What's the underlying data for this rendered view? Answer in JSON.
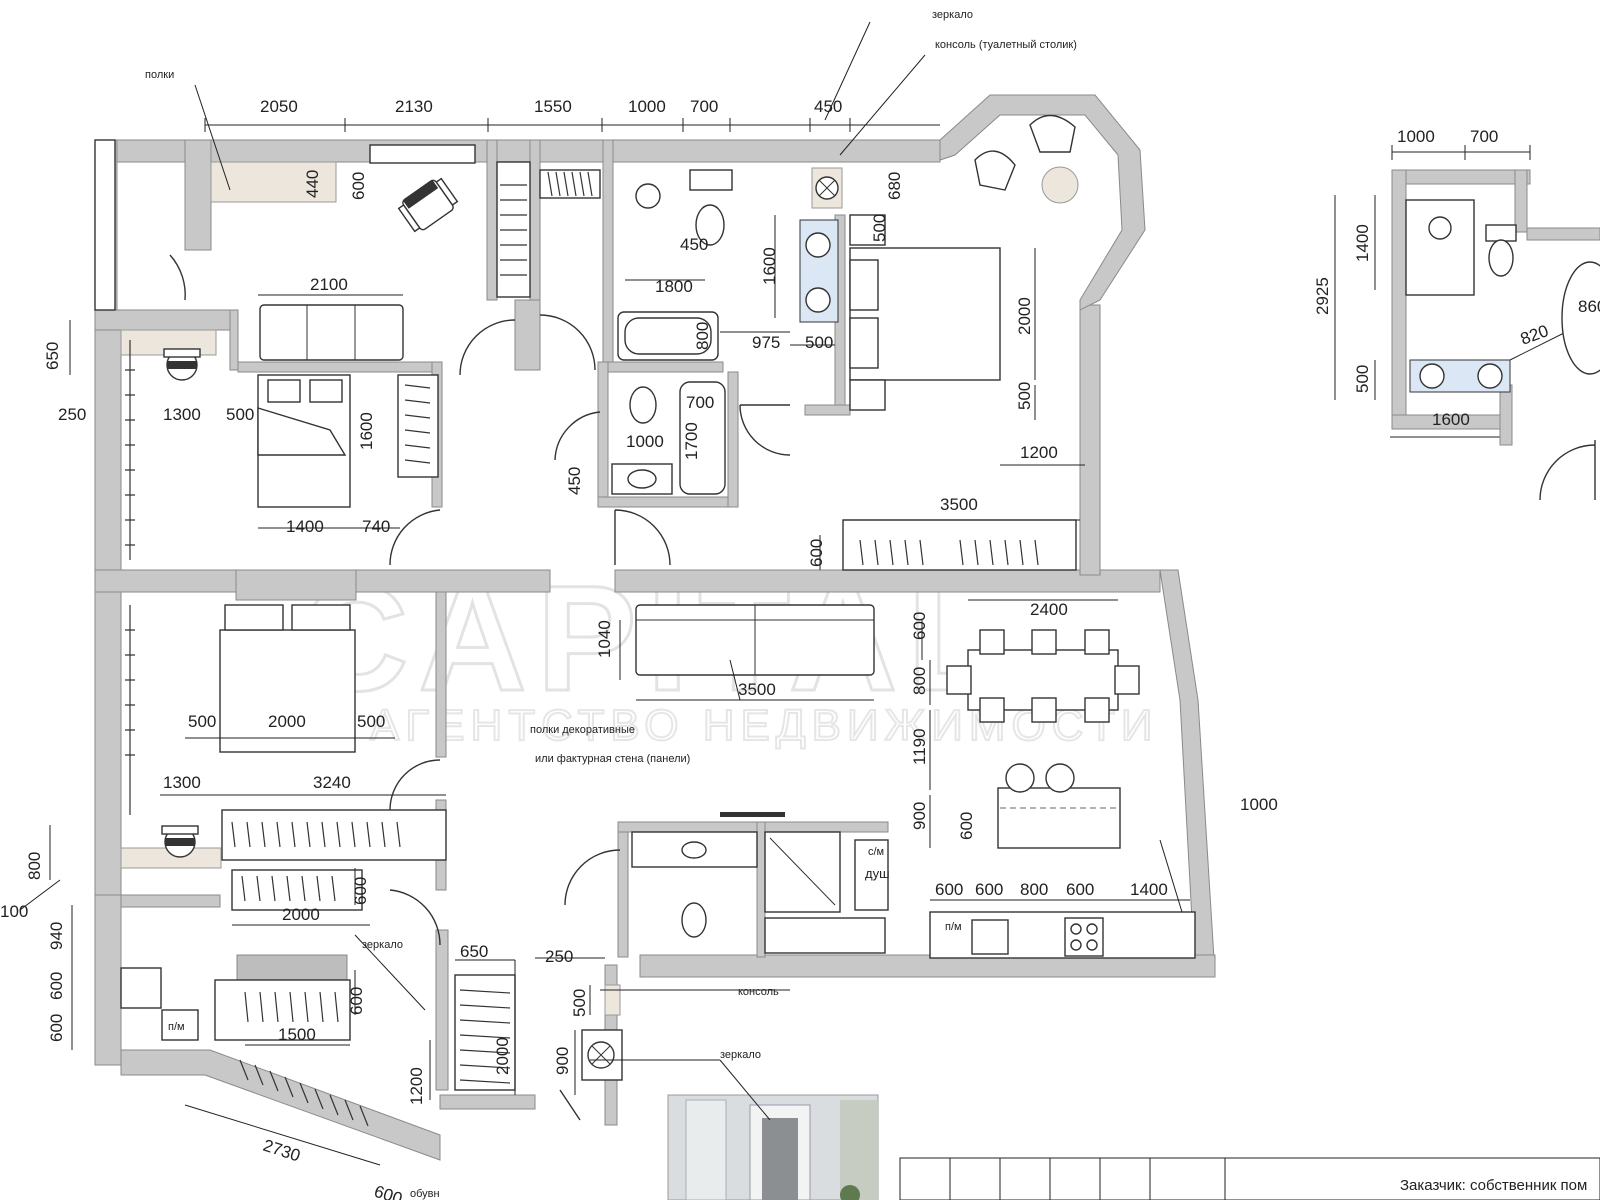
{
  "watermark": {
    "brand": "CAPITAL",
    "tagline": "АГЕНТСТВО НЕДВИЖИМОСТИ"
  },
  "dimensions": {
    "top": [
      "2050",
      "2130",
      "1550",
      "1000",
      "700",
      "450"
    ],
    "office_desk": [
      "440",
      "600"
    ],
    "bath1": [
      "450",
      "1800",
      "800",
      "1600",
      "975",
      "500"
    ],
    "master": [
      "680",
      "500",
      "2000",
      "500",
      "1200"
    ],
    "bedroom1": [
      "2100",
      "650",
      "250",
      "1300",
      "500",
      "1600",
      "1400",
      "740"
    ],
    "guest_bath": [
      "700",
      "1000",
      "1700",
      "450"
    ],
    "hall_wardrobe": [
      "3500",
      "600"
    ],
    "living": [
      "1040",
      "3500",
      "600",
      "2400",
      "800",
      "1190",
      "900",
      "600",
      "1000"
    ],
    "bedroom2": [
      "500",
      "2000",
      "500"
    ],
    "dressing": [
      "1300",
      "3240",
      "800",
      "600",
      "2000"
    ],
    "kitchen_run": [
      "600",
      "600",
      "800",
      "600",
      "1400"
    ],
    "lower_left": [
      "100",
      "940",
      "600",
      "600",
      "600",
      "1500",
      "1200",
      "650",
      "2000",
      "2730",
      "600"
    ],
    "entry": [
      "250",
      "500",
      "900"
    ],
    "inset": [
      "1000",
      "700",
      "2925",
      "1400",
      "500",
      "860",
      "820",
      "1600"
    ]
  },
  "labels": {
    "mirror_top": "зеркало",
    "console_vanity": "консоль (туалетный столик)",
    "shelves": "полки",
    "decor_wall_1": "полки декоративные",
    "decor_wall_2": "или фактурная стена (панели)",
    "mirror_mid": "зеркало",
    "console_entry": "консоль",
    "mirror_entry": "зеркало",
    "shower": "душ",
    "appliance_1": "с/м",
    "appliance_2": "п/м",
    "appliance_3": "п/м",
    "shoe_cabinet": "обувн",
    "customer": "Заказчик: собственник пом"
  }
}
